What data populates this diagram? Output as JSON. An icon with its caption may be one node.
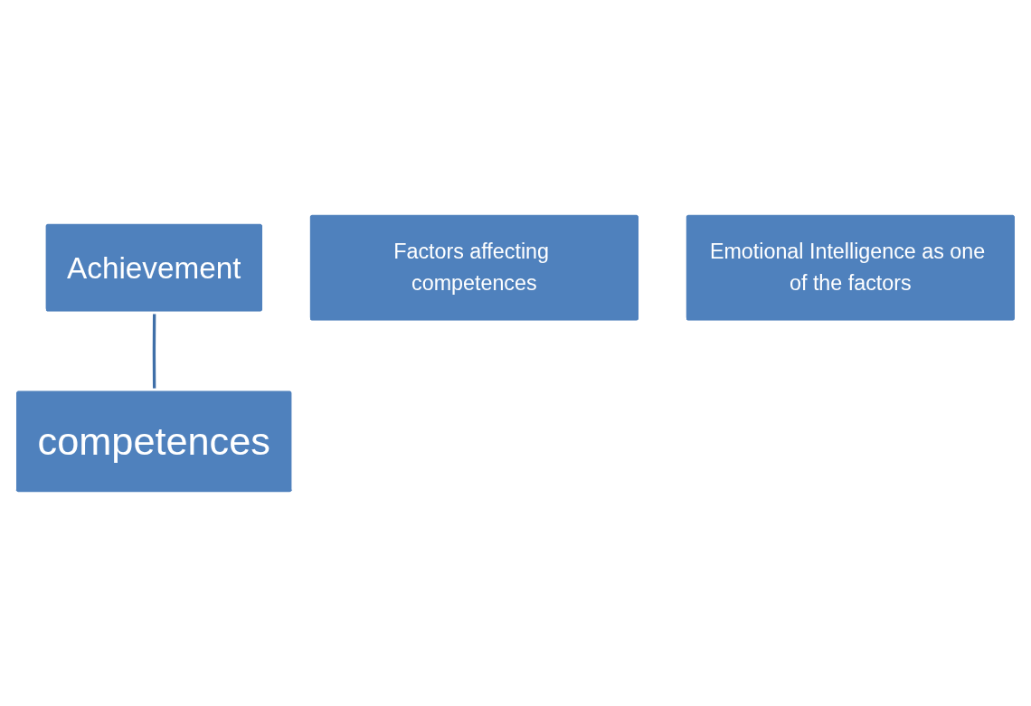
{
  "diagram": {
    "nodes": [
      {
        "text": [
          "Achievement"
        ]
      },
      {
        "text": [
          "competences"
        ]
      },
      {
        "text": [
          "Factors affecting competences"
        ]
      },
      {
        "text": [
          "Emotional Intelligence as one of the factors"
        ]
      }
    ],
    "edges": [
      {
        "from": 0,
        "to": 1,
        "arrow": "none"
      }
    ]
  }
}
